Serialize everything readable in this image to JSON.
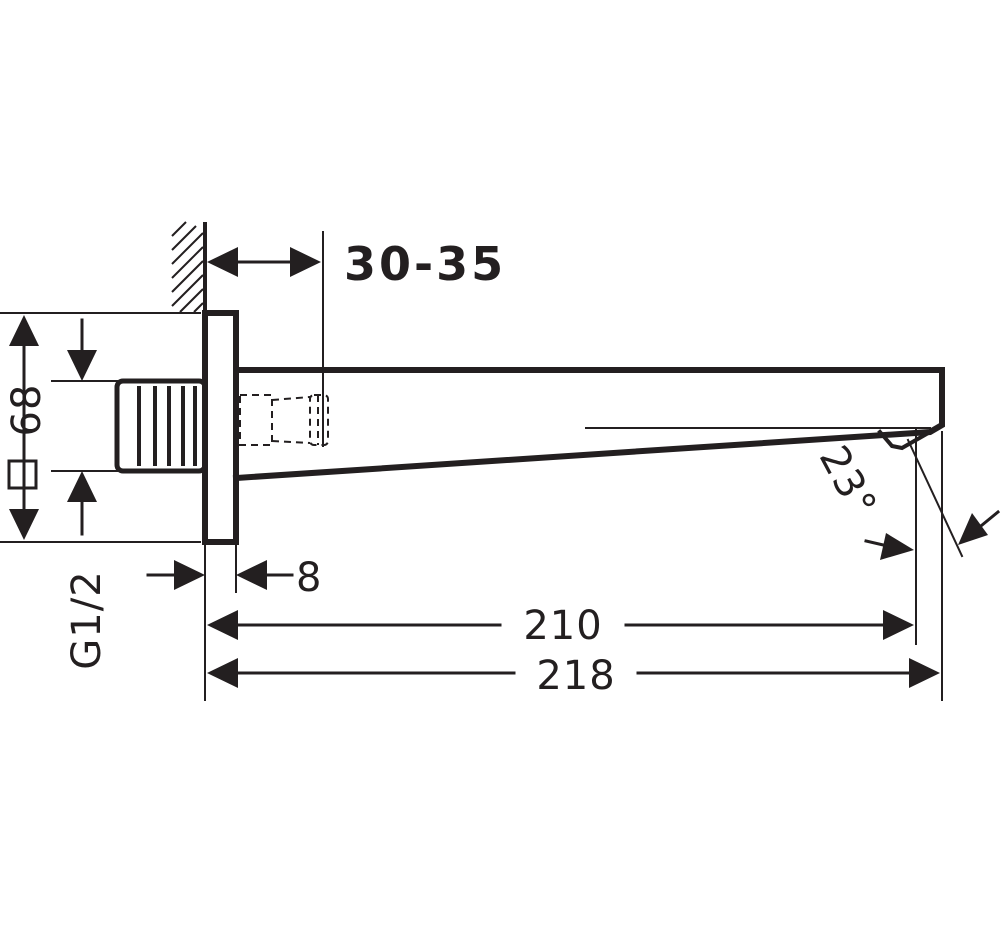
{
  "dimensions": {
    "depth_range": "30-35",
    "square_size": "68",
    "thread": "G1/2",
    "flange_thickness": "8",
    "reach": "210",
    "overall_length": "218",
    "angle": "23°"
  },
  "colors": {
    "line": "#231f20",
    "background": "#ffffff"
  }
}
